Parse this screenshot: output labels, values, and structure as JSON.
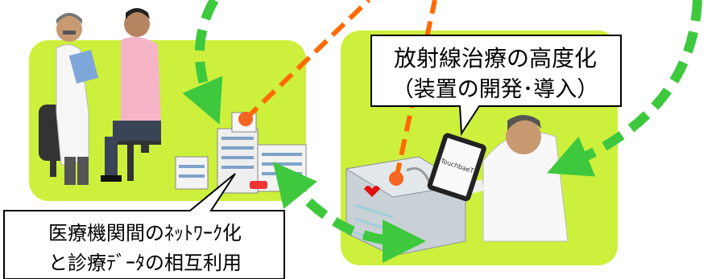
{
  "colors": {
    "panel_green": "#cdf03c",
    "arrow_green": "#3ec83e",
    "dash_orange": "#ff6a00",
    "dot_orange": "#f26522",
    "callout_border": "#000000",
    "callout_fill": "#ffffff"
  },
  "callouts": {
    "radiation": {
      "line1": "放射線治療の高度化",
      "line2": "（装置の開発･導入）"
    },
    "network": {
      "line1": "医療機関間のﾈｯﾄﾜｰｸ化",
      "line2": "と診療ﾃﾞｰﾀの相互利用"
    }
  },
  "tablet_screen_text": "TouchbaeT",
  "illustrations": [
    "doctor-consultation-illustration",
    "hospital-building-illustration",
    "radiotherapy-device-illustration",
    "technician-with-tablet-illustration"
  ]
}
